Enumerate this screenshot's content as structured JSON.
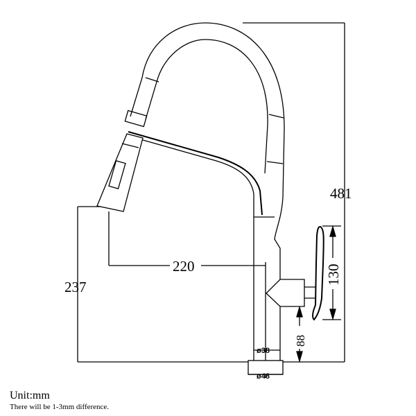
{
  "dimensions": {
    "height_total": "481",
    "spout_reach": "220",
    "spout_height": "237",
    "handle_height": "130",
    "handle_offset": "88",
    "body_diameter": "ø38",
    "base_diameter": "ø48"
  },
  "notes": {
    "unit": "Unit:mm",
    "tolerance": "There will be 1-3mm difference."
  }
}
